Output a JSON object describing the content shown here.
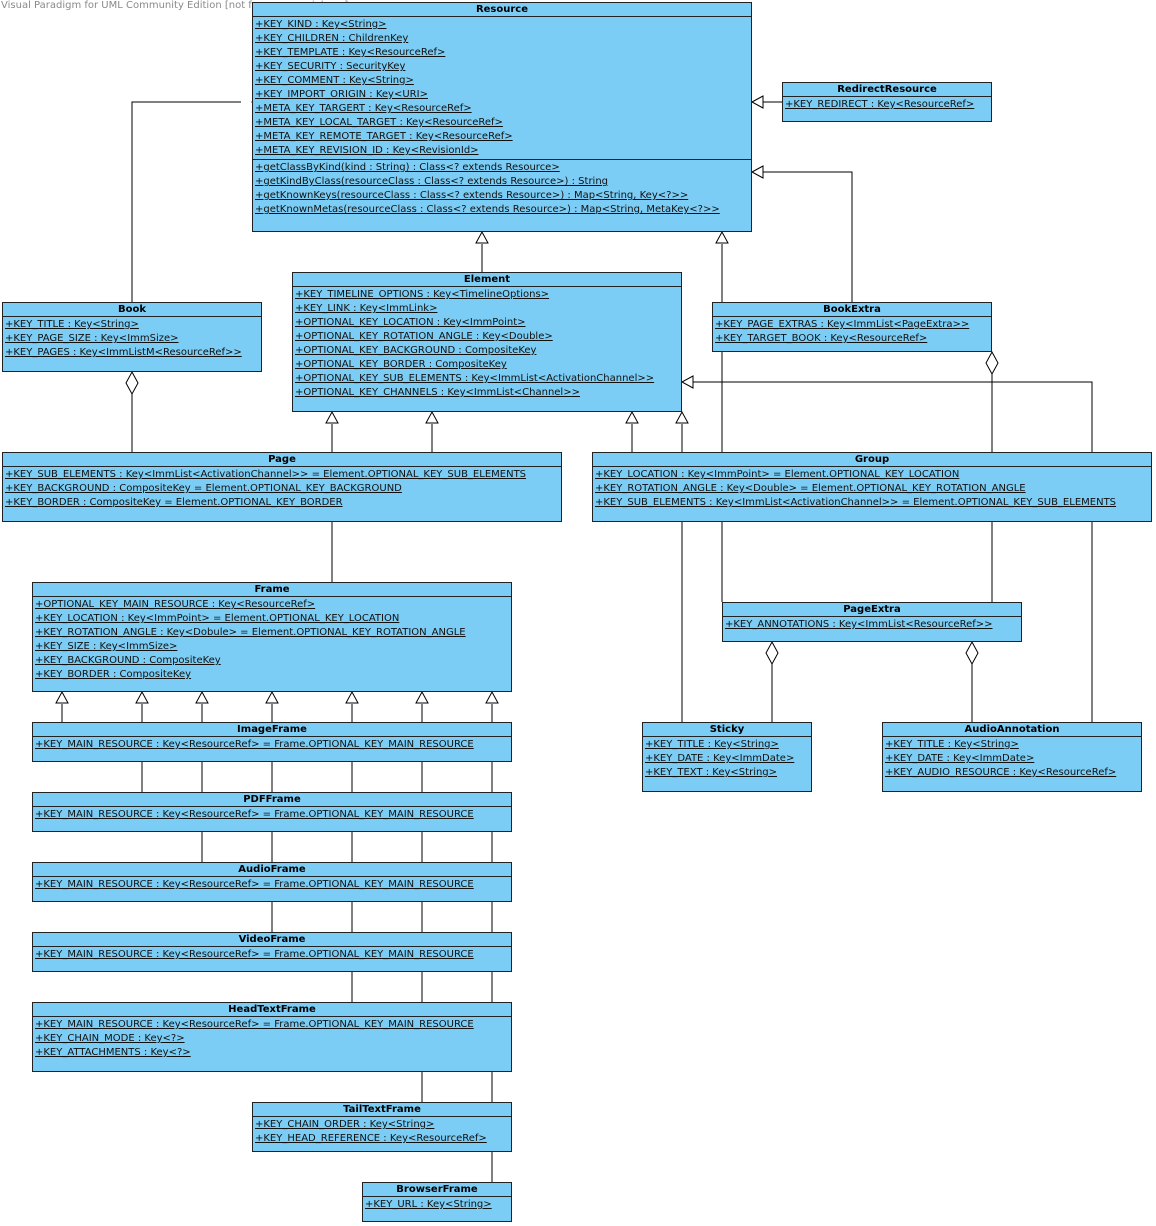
{
  "watermark": "Visual Paradigm for UML Community Edition [not for commercial use]",
  "classes": [
    {
      "id": "resource",
      "name": "Resource",
      "attributes": [
        "+KEY_KIND : Key<String>",
        "+KEY_CHILDREN : ChildrenKey",
        "+KEY_TEMPLATE : Key<ResourceRef>",
        "+KEY_SECURITY : SecurityKey",
        "+KEY_COMMENT : Key<String>",
        "+KEY_IMPORT_ORIGIN : Key<URI>",
        "+META_KEY_TARGERT : Key<ResourceRef>",
        "+META_KEY_LOCAL_TARGET : Key<ResourceRef>",
        "+META_KEY_REMOTE_TARGET : Key<ResourceRef>",
        "+META_KEY_REVISION_ID : Key<RevisionId>"
      ],
      "operations": [
        "+getClassByKind(kind : String) : Class<? extends Resource>",
        "+getKindByClass(resourceClass : Class<? extends Resource>) : String",
        "+getKnownKeys(resourceClass : Class<? extends Resource>) : Map<String, Key<?>>",
        "+getKnownMetas(resourceClass : Class<? extends Resource>) : Map<String, MetaKey<?>>"
      ]
    },
    {
      "id": "redirect",
      "name": "RedirectResource",
      "attributes": [
        "+KEY_REDIRECT : Key<ResourceRef>"
      ]
    },
    {
      "id": "element",
      "name": "Element",
      "attributes": [
        "+KEY_TIMELINE_OPTIONS : Key<TimelineOptions>",
        "+KEY_LINK : Key<ImmLink>",
        "+OPTIONAL_KEY_LOCATION : Key<ImmPoint>",
        "+OPTIONAL_KEY_ROTATION_ANGLE : Key<Double>",
        "+OPTIONAL_KEY_BACKGROUND : CompositeKey",
        "+OPTIONAL_KEY_BORDER : CompositeKey",
        "+OPTIONAL_KEY_SUB_ELEMENTS : Key<ImmList<ActivationChannel>>",
        "+OPTIONAL_KEY_CHANNELS : Key<ImmList<Channel>>"
      ]
    },
    {
      "id": "book",
      "name": "Book",
      "attributes": [
        "+KEY_TITLE : Key<String>",
        "+KEY_PAGE_SIZE : Key<ImmSize>",
        "+KEY_PAGES : Key<ImmListM<ResourceRef>>"
      ]
    },
    {
      "id": "bookextra",
      "name": "BookExtra",
      "attributes": [
        "+KEY_PAGE_EXTRAS : Key<ImmList<PageExtra>>",
        "+KEY_TARGET_BOOK : Key<ResourceRef>"
      ]
    },
    {
      "id": "page",
      "name": "Page",
      "attributes": [
        "+KEY_SUB_ELEMENTS : Key<ImmList<ActivationChannel>> = Element.OPTIONAL_KEY_SUB_ELEMENTS",
        "+KEY_BACKGROUND : CompositeKey = Element.OPTIONAL_KEY_BACKGROUND",
        "+KEY_BORDER : CompositeKey = Element.OPTIONAL_KEY_BORDER"
      ]
    },
    {
      "id": "group",
      "name": "Group",
      "attributes": [
        "+KEY_LOCATION : Key<ImmPoint> = Element.OPTIONAL_KEY_LOCATION",
        "+KEY_ROTATION_ANGLE : Key<Double> = Element.OPTIONAL_KEY_ROTATION_ANGLE",
        "+KEY_SUB_ELEMENTS : Key<ImmList<ActivationChannel>> = Element.OPTIONAL_KEY_SUB_ELEMENTS"
      ]
    },
    {
      "id": "frame",
      "name": "Frame",
      "attributes": [
        "+OPTIONAL_KEY_MAIN_RESOURCE : Key<ResourceRef>",
        "+KEY_LOCATION : Key<ImmPoint> = Element.OPTIONAL_KEY_LOCATION",
        "+KEY_ROTATION_ANGLE : Key<Dobule> = Element.OPTIONAL_KEY_ROTATION_ANGLE",
        "+KEY_SIZE : Key<ImmSize>",
        "+KEY_BACKGROUND : CompositeKey",
        "+KEY_BORDER : CompositeKey"
      ]
    },
    {
      "id": "pageextra",
      "name": "PageExtra",
      "attributes": [
        "+KEY_ANNOTATIONS : Key<ImmList<ResourceRef>>"
      ]
    },
    {
      "id": "imageframe",
      "name": "ImageFrame",
      "attributes": [
        "+KEY_MAIN_RESOURCE : Key<ResourceRef> = Frame.OPTIONAL_KEY_MAIN_RESOURCE"
      ]
    },
    {
      "id": "sticky",
      "name": "Sticky",
      "attributes": [
        "+KEY_TITLE : Key<String>",
        "+KEY_DATE : Key<ImmDate>",
        "+KEY_TEXT : Key<String>"
      ]
    },
    {
      "id": "audioannotation",
      "name": "AudioAnnotation",
      "attributes": [
        "+KEY_TITLE : Key<String>",
        "+KEY_DATE : Key<ImmDate>",
        "+KEY_AUDIO_RESOURCE : Key<ResourceRef>"
      ]
    },
    {
      "id": "pdfframe",
      "name": "PDFFrame",
      "attributes": [
        "+KEY_MAIN_RESOURCE : Key<ResourceRef> = Frame.OPTIONAL_KEY_MAIN_RESOURCE"
      ]
    },
    {
      "id": "audioframe",
      "name": "AudioFrame",
      "attributes": [
        "+KEY_MAIN_RESOURCE : Key<ResourceRef> = Frame.OPTIONAL_KEY_MAIN_RESOURCE"
      ]
    },
    {
      "id": "videoframe",
      "name": "VideoFrame",
      "attributes": [
        "+KEY_MAIN_RESOURCE : Key<ResourceRef> = Frame.OPTIONAL_KEY_MAIN_RESOURCE"
      ]
    },
    {
      "id": "headtextframe",
      "name": "HeadTextFrame",
      "attributes": [
        "+KEY_MAIN_RESOURCE : Key<ResourceRef> = Frame.OPTIONAL_KEY_MAIN_RESOURCE",
        "+KEY_CHAIN_MODE : Key<?>",
        "+KEY_ATTACHMENTS : Key<?>"
      ]
    },
    {
      "id": "tailtextframe",
      "name": "TailTextFrame",
      "attributes": [
        "+KEY_CHAIN_ORDER : Key<String>",
        "+KEY_HEAD_REFERENCE : Key<ResourceRef>"
      ]
    },
    {
      "id": "browserframe",
      "name": "BrowserFrame",
      "attributes": [
        "+KEY_URL : Key<String>"
      ]
    }
  ],
  "relationships": [
    {
      "type": "generalization",
      "from": "book",
      "to": "resource"
    },
    {
      "type": "generalization",
      "from": "redirect",
      "to": "resource"
    },
    {
      "type": "generalization",
      "from": "element",
      "to": "resource"
    },
    {
      "type": "generalization",
      "from": "bookextra",
      "to": "resource"
    },
    {
      "type": "generalization",
      "from": "pageextra",
      "to": "resource"
    },
    {
      "type": "generalization",
      "from": "page",
      "to": "element"
    },
    {
      "type": "generalization",
      "from": "frame",
      "to": "element"
    },
    {
      "type": "generalization",
      "from": "group",
      "to": "element"
    },
    {
      "type": "generalization",
      "from": "sticky",
      "to": "element"
    },
    {
      "type": "generalization",
      "from": "audioannotation",
      "to": "element"
    },
    {
      "type": "generalization",
      "from": "imageframe",
      "to": "frame"
    },
    {
      "type": "generalization",
      "from": "pdfframe",
      "to": "frame"
    },
    {
      "type": "generalization",
      "from": "audioframe",
      "to": "frame"
    },
    {
      "type": "generalization",
      "from": "videoframe",
      "to": "frame"
    },
    {
      "type": "generalization",
      "from": "headtextframe",
      "to": "frame"
    },
    {
      "type": "generalization",
      "from": "tailtextframe",
      "to": "frame"
    },
    {
      "type": "generalization",
      "from": "browserframe",
      "to": "frame"
    },
    {
      "type": "aggregation",
      "whole": "book",
      "part": "page"
    },
    {
      "type": "aggregation",
      "whole": "bookextra",
      "part": "pageextra"
    },
    {
      "type": "aggregation",
      "whole": "pageextra",
      "part": "sticky"
    },
    {
      "type": "aggregation",
      "whole": "pageextra",
      "part": "audioannotation"
    }
  ]
}
